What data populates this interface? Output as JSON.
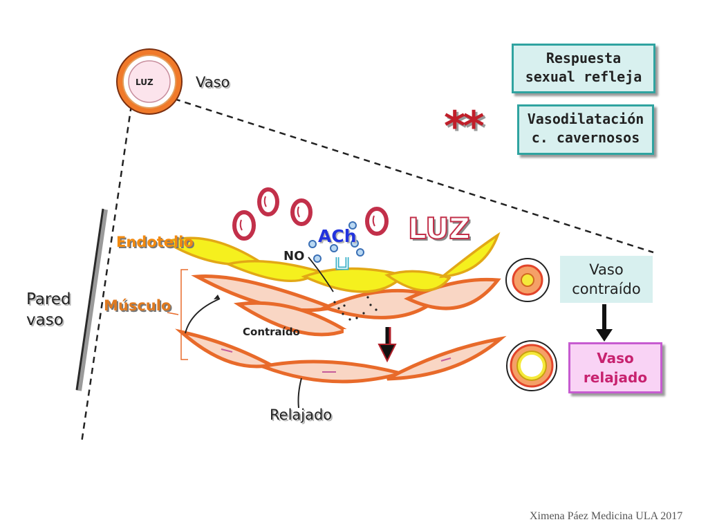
{
  "vessel_icon": {
    "luz": "LUZ",
    "vaso": "Vaso"
  },
  "boxes": {
    "respuesta": [
      "Respuesta",
      "sexual refleja"
    ],
    "vasodilatacion": [
      "Vasodilatación",
      "c. cavernosos"
    ],
    "contraido": [
      "Vaso",
      "contraído"
    ],
    "relajado": [
      "Vaso",
      "relajado"
    ]
  },
  "asterisks": "**",
  "labels": {
    "luz_big": "LUZ",
    "ach": "ACh",
    "no": "NO",
    "endotelio": "Endotelio",
    "musculo": "Músculo",
    "pared_vaso": [
      "Pared",
      "vaso"
    ],
    "contraido": "Contraído",
    "relajado": "Relajado"
  },
  "credit": "Ximena Páez Medicina ULA 2017",
  "colors": {
    "vessel_outer": "#f07a2a",
    "vessel_lumen": "#fce4ec",
    "endothelium": "#f5f01e",
    "muscle": "#f9d6c4",
    "muscle_border": "#e86a2a",
    "rbc": "#c2304a",
    "ach_text": "#2233dd",
    "endotelio_text": "#f28a10",
    "box_teal_border": "#2fa3a0",
    "box_pink_border": "#c65bd0"
  }
}
